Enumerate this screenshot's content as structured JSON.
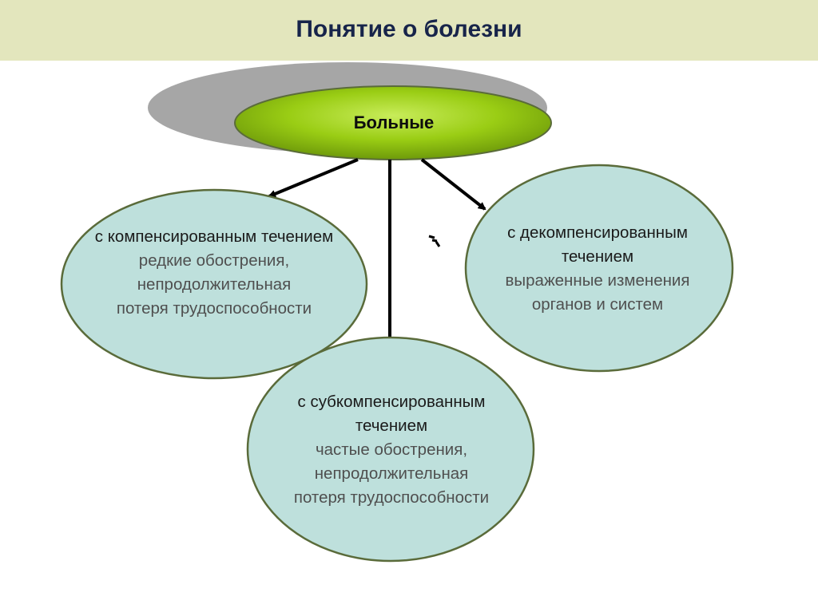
{
  "title": "Понятие о болезни",
  "center": {
    "label": "Больные"
  },
  "nodes": [
    {
      "heading": "с компенсированным течением",
      "lines": [
        "редкие обострения,",
        "непродолжительная",
        "потеря трудоспособности"
      ]
    },
    {
      "heading": "с декомпенсированным течением",
      "lines": [
        "выраженные изменения",
        "органов и систем"
      ]
    },
    {
      "heading": "с субкомпенсированным течением",
      "lines": [
        "частые обострения,",
        "непродолжительная",
        "потеря трудоспособности"
      ]
    }
  ],
  "colors": {
    "title_bar": "#e3e6bd",
    "title_text": "#17244a",
    "center_fill": "#9acd14",
    "shadow": "#a6a6a6",
    "node_fill": "#bee0dc",
    "node_border": "#5a6b3a"
  }
}
